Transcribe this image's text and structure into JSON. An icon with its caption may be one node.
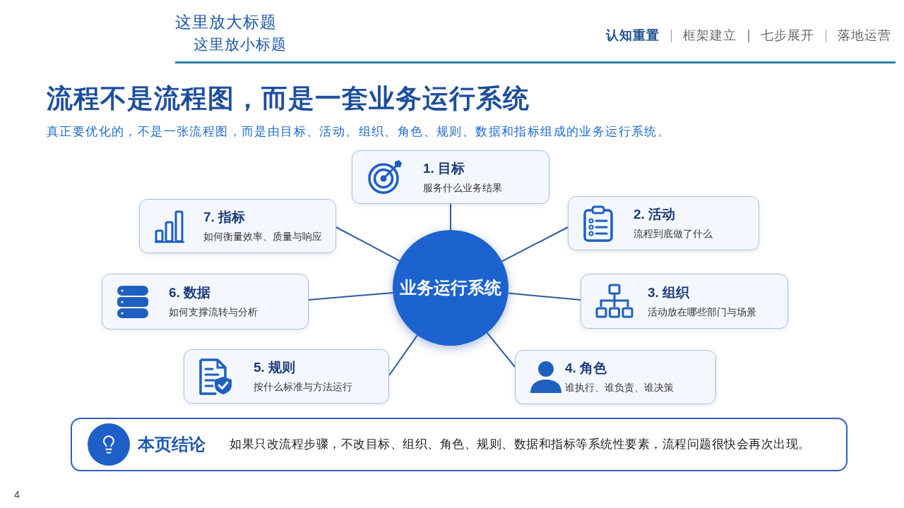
{
  "diagram": {
    "title": "流程不是流程图，而是一套业务运行系统",
    "nodes": [
      {
        "text": [
          "业务运行系统"
        ]
      },
      {
        "text": [
          "1. 目标",
          "服务什么业务结果"
        ]
      },
      {
        "text": [
          "2. 活动",
          "流程到底做了什么"
        ]
      },
      {
        "text": [
          "3. 组织",
          "活动放在哪些部门与场景"
        ]
      },
      {
        "text": [
          "4. 角色",
          "谁执行、谁负责、谁决策"
        ]
      },
      {
        "text": [
          "5. 规则",
          "按什么标准与方法运行"
        ]
      },
      {
        "text": [
          "6. 数据",
          "如何支撑流转与分析"
        ]
      },
      {
        "text": [
          "7. 指标",
          "如何衡量效率、质量与响应"
        ]
      },
      {
        "text": [
          "本页结论",
          "如果只改流程步骤，不改目标、组织、角色、规则、数据和指标等系统性要素，流程问题很快会再次出现。"
        ]
      }
    ],
    "edges": [
      {
        "from": 0,
        "to": 1,
        "arrow": "none"
      },
      {
        "from": 0,
        "to": 2,
        "arrow": "none"
      },
      {
        "from": 0,
        "to": 3,
        "arrow": "none"
      },
      {
        "from": 0,
        "to": 4,
        "arrow": "none"
      },
      {
        "from": 0,
        "to": 5,
        "arrow": "none"
      },
      {
        "from": 0,
        "to": 6,
        "arrow": "none"
      },
      {
        "from": 0,
        "to": 7,
        "arrow": "none"
      }
    ],
    "labels": [
      "这里放大标题",
      "这里放小标题",
      "认知重置",
      "框架建立",
      "七步展开",
      "落地运营",
      "真正要优化的，不是一张流程图，而是由目标、活动、组织、角色、规则、数据和指标组成的业务运行系统。",
      "4"
    ]
  }
}
